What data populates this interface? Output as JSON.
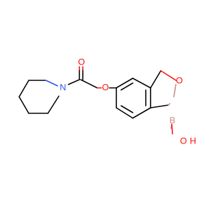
{
  "molecule": {
    "atoms": {
      "carbonyl_oxygen": "O",
      "ether_oxygen": "O",
      "ring_oxygen": "O",
      "hydroxyl": "O",
      "hydroxyl_h": "H",
      "nitrogen": "N",
      "boron": "B"
    },
    "colors": {
      "oxygen": "#ff0d0d",
      "nitrogen": "#3050f8",
      "boron": "#c88a8a",
      "bond": "#000000"
    }
  }
}
